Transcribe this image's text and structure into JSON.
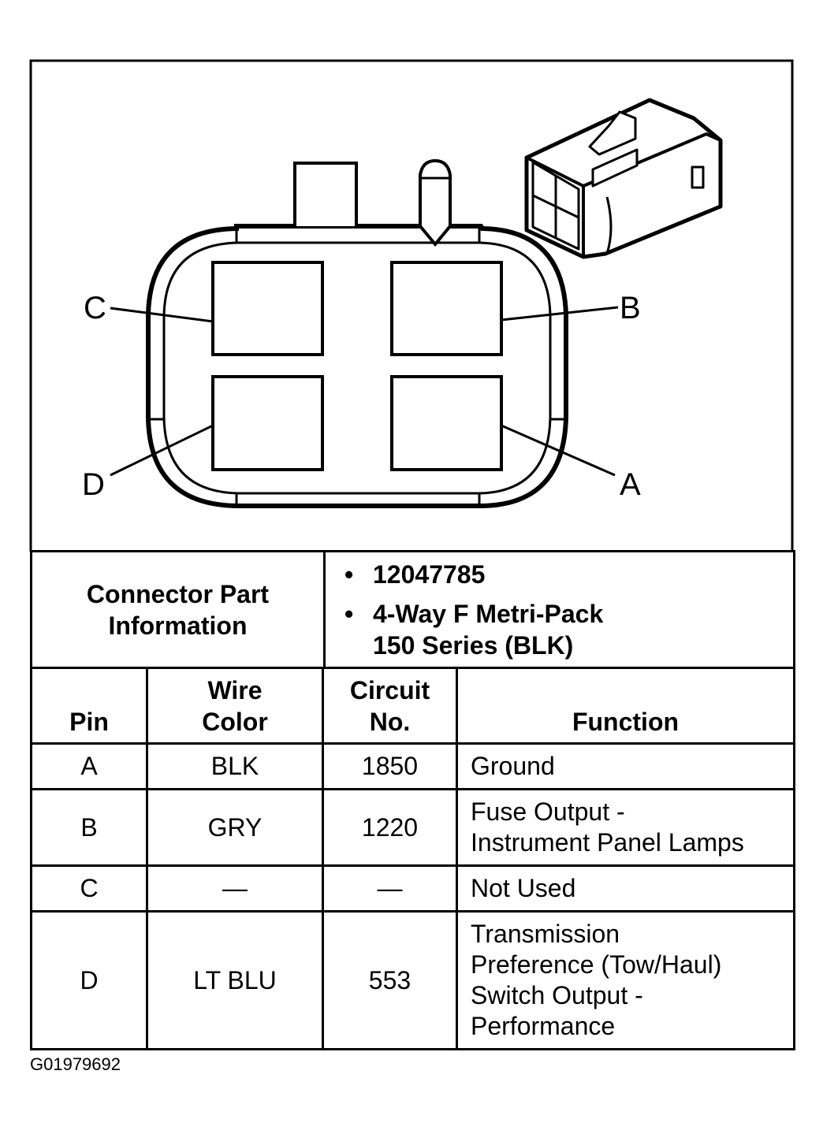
{
  "diagram": {
    "pin_labels": {
      "A": "A",
      "B": "B",
      "C": "C",
      "D": "D"
    }
  },
  "connector_info": {
    "title_line1": "Connector Part",
    "title_line2": "Information",
    "part_number": "12047785",
    "description_line1": "4-Way F Metri-Pack",
    "description_line2": "150 Series (BLK)"
  },
  "pin_table": {
    "headers": {
      "pin": "Pin",
      "wire_color_line1": "Wire",
      "wire_color_line2": "Color",
      "circuit_line1": "Circuit",
      "circuit_line2": "No.",
      "function": "Function"
    },
    "rows": [
      {
        "pin": "A",
        "wire_color": "BLK",
        "circuit": "1850",
        "function_lines": [
          "Ground"
        ]
      },
      {
        "pin": "B",
        "wire_color": "GRY",
        "circuit": "1220",
        "function_lines": [
          "Fuse Output -",
          "Instrument Panel Lamps"
        ]
      },
      {
        "pin": "C",
        "wire_color": "—",
        "circuit": "—",
        "function_lines": [
          "Not Used"
        ]
      },
      {
        "pin": "D",
        "wire_color": "LT BLU",
        "circuit": "553",
        "function_lines": [
          "Transmission",
          "Preference (Tow/Haul)",
          "Switch Output -",
          "Performance"
        ]
      }
    ]
  },
  "reference_code": "G01979692"
}
